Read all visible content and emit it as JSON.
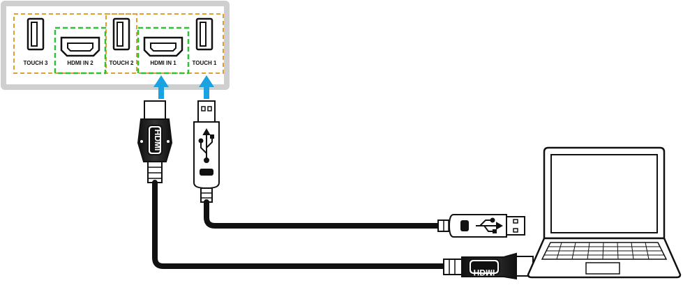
{
  "ports": [
    {
      "id": "touch3",
      "label": "TOUCH 3",
      "type": "usb"
    },
    {
      "id": "hdmi2",
      "label": "HDMI IN 2",
      "type": "hdmi"
    },
    {
      "id": "touch2",
      "label": "TOUCH 2",
      "type": "usb"
    },
    {
      "id": "hdmi1",
      "label": "HDMI IN 1",
      "type": "hdmi"
    },
    {
      "id": "touch1",
      "label": "TOUCH 1",
      "type": "usb"
    }
  ],
  "plugs": {
    "hdmi_top_text": "HDMI",
    "hdmi_laptop_text": "HDMI"
  },
  "colors": {
    "panel_border": "#cfcfcf",
    "usb_group_outline": "#e0a030",
    "hdmi_group_outline": "#2fbf3a",
    "arrow": "#1aa3e0",
    "cable": "#111111"
  },
  "icons": {
    "usb_symbol": "usb-icon",
    "laptop": "laptop-icon",
    "arrow": "arrow-up-icon"
  }
}
